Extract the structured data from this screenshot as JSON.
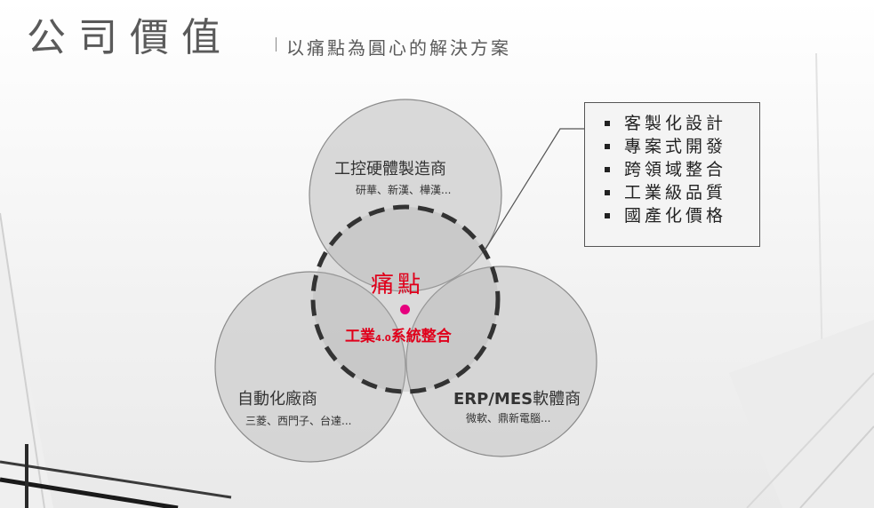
{
  "header": {
    "title": "公司價值",
    "subtitle": "以痛點為圓心的解決方案"
  },
  "diagram": {
    "circles": [
      {
        "label": "工控硬體製造商",
        "sub": "研華、新漢、樺漢..."
      },
      {
        "label": "自動化廠商",
        "sub": "三菱、西門子、台達..."
      },
      {
        "label_bold": "ERP/MES",
        "label_rest": "軟體商",
        "sub": "微軟、鼎新電腦..."
      }
    ],
    "center": {
      "title": "痛點",
      "sub_a": "工業",
      "sub_b": "4.0",
      "sub_c": "系統整合"
    }
  },
  "value_list": {
    "items": [
      "客製化設計",
      "專案式開發",
      "跨領域整合",
      "工業級品質",
      "國產化價格"
    ]
  },
  "colors": {
    "accent_red": "#e0001b",
    "dot_magenta": "#e6007e",
    "circle_fill": "#c8c8c8",
    "text_gray": "#5a5a5a"
  }
}
